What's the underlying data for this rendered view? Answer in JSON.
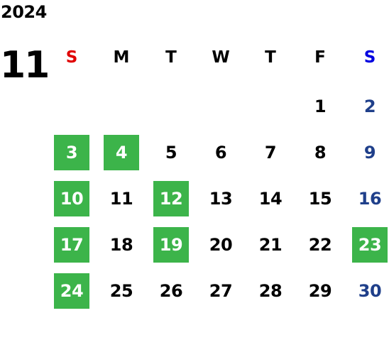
{
  "year": "2024",
  "month": "11",
  "colors": {
    "sunday": "#e00000",
    "saturday_header": "#0000e0",
    "saturday_date": "#1f3f8a",
    "highlight_bg": "#3cb44a",
    "highlight_text": "#ffffff",
    "default_text": "#000000"
  },
  "weekdays": [
    {
      "label": "S",
      "color": "#e00000"
    },
    {
      "label": "M",
      "color": "#000000"
    },
    {
      "label": "T",
      "color": "#000000"
    },
    {
      "label": "W",
      "color": "#000000"
    },
    {
      "label": "T",
      "color": "#000000"
    },
    {
      "label": "F",
      "color": "#000000"
    },
    {
      "label": "S",
      "color": "#0000e0"
    }
  ],
  "weeks": [
    [
      null,
      null,
      null,
      null,
      null,
      {
        "day": "1"
      },
      {
        "day": "2"
      }
    ],
    [
      {
        "day": "3",
        "highlighted": true
      },
      {
        "day": "4",
        "highlighted": true
      },
      {
        "day": "5"
      },
      {
        "day": "6"
      },
      {
        "day": "7"
      },
      {
        "day": "8"
      },
      {
        "day": "9"
      }
    ],
    [
      {
        "day": "10",
        "highlighted": true
      },
      {
        "day": "11"
      },
      {
        "day": "12",
        "highlighted": true
      },
      {
        "day": "13"
      },
      {
        "day": "14"
      },
      {
        "day": "15"
      },
      {
        "day": "16"
      }
    ],
    [
      {
        "day": "17",
        "highlighted": true
      },
      {
        "day": "18"
      },
      {
        "day": "19",
        "highlighted": true
      },
      {
        "day": "20"
      },
      {
        "day": "21"
      },
      {
        "day": "22"
      },
      {
        "day": "23",
        "highlighted": true
      }
    ],
    [
      {
        "day": "24",
        "highlighted": true
      },
      {
        "day": "25"
      },
      {
        "day": "26"
      },
      {
        "day": "27"
      },
      {
        "day": "28"
      },
      {
        "day": "29"
      },
      {
        "day": "30"
      }
    ]
  ]
}
